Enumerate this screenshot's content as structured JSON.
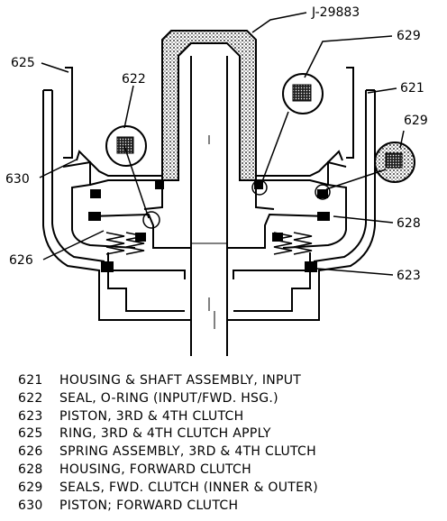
{
  "callouts": {
    "tool": "J-29883",
    "c625": "625",
    "c622": "622",
    "c629_top": "629",
    "c621": "621",
    "c629_right": "629",
    "c630": "630",
    "c628": "628",
    "c626": "626",
    "c623": "623"
  },
  "legend": [
    {
      "num": "621",
      "desc": "HOUSING & SHAFT ASSEMBLY, INPUT"
    },
    {
      "num": "622",
      "desc": "SEAL, O-RING (INPUT/FWD. HSG.)"
    },
    {
      "num": "623",
      "desc": "PISTON, 3RD & 4TH CLUTCH"
    },
    {
      "num": "625",
      "desc": "RING, 3RD & 4TH CLUTCH APPLY"
    },
    {
      "num": "626",
      "desc": "SPRING ASSEMBLY, 3RD & 4TH CLUTCH"
    },
    {
      "num": "628",
      "desc": "HOUSING, FORWARD CLUTCH"
    },
    {
      "num": "629",
      "desc": "SEALS, FWD. CLUTCH (INNER & OUTER)"
    },
    {
      "num": "630",
      "desc": "PISTON; FORWARD CLUTCH"
    }
  ]
}
